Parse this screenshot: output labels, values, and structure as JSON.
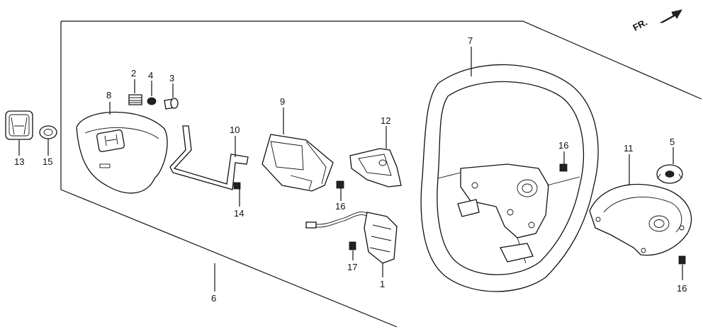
{
  "direction_label": "FR.",
  "callouts": {
    "c1": "1",
    "c2": "2",
    "c3": "3",
    "c4": "4",
    "c5": "5",
    "c6": "6",
    "c7": "7",
    "c8": "8",
    "c9": "9",
    "c10": "10",
    "c11": "11",
    "c12": "12",
    "c13": "13",
    "c14": "14",
    "c15": "15",
    "c16a": "16",
    "c16b": "16",
    "c16c": "16",
    "c17": "17"
  }
}
